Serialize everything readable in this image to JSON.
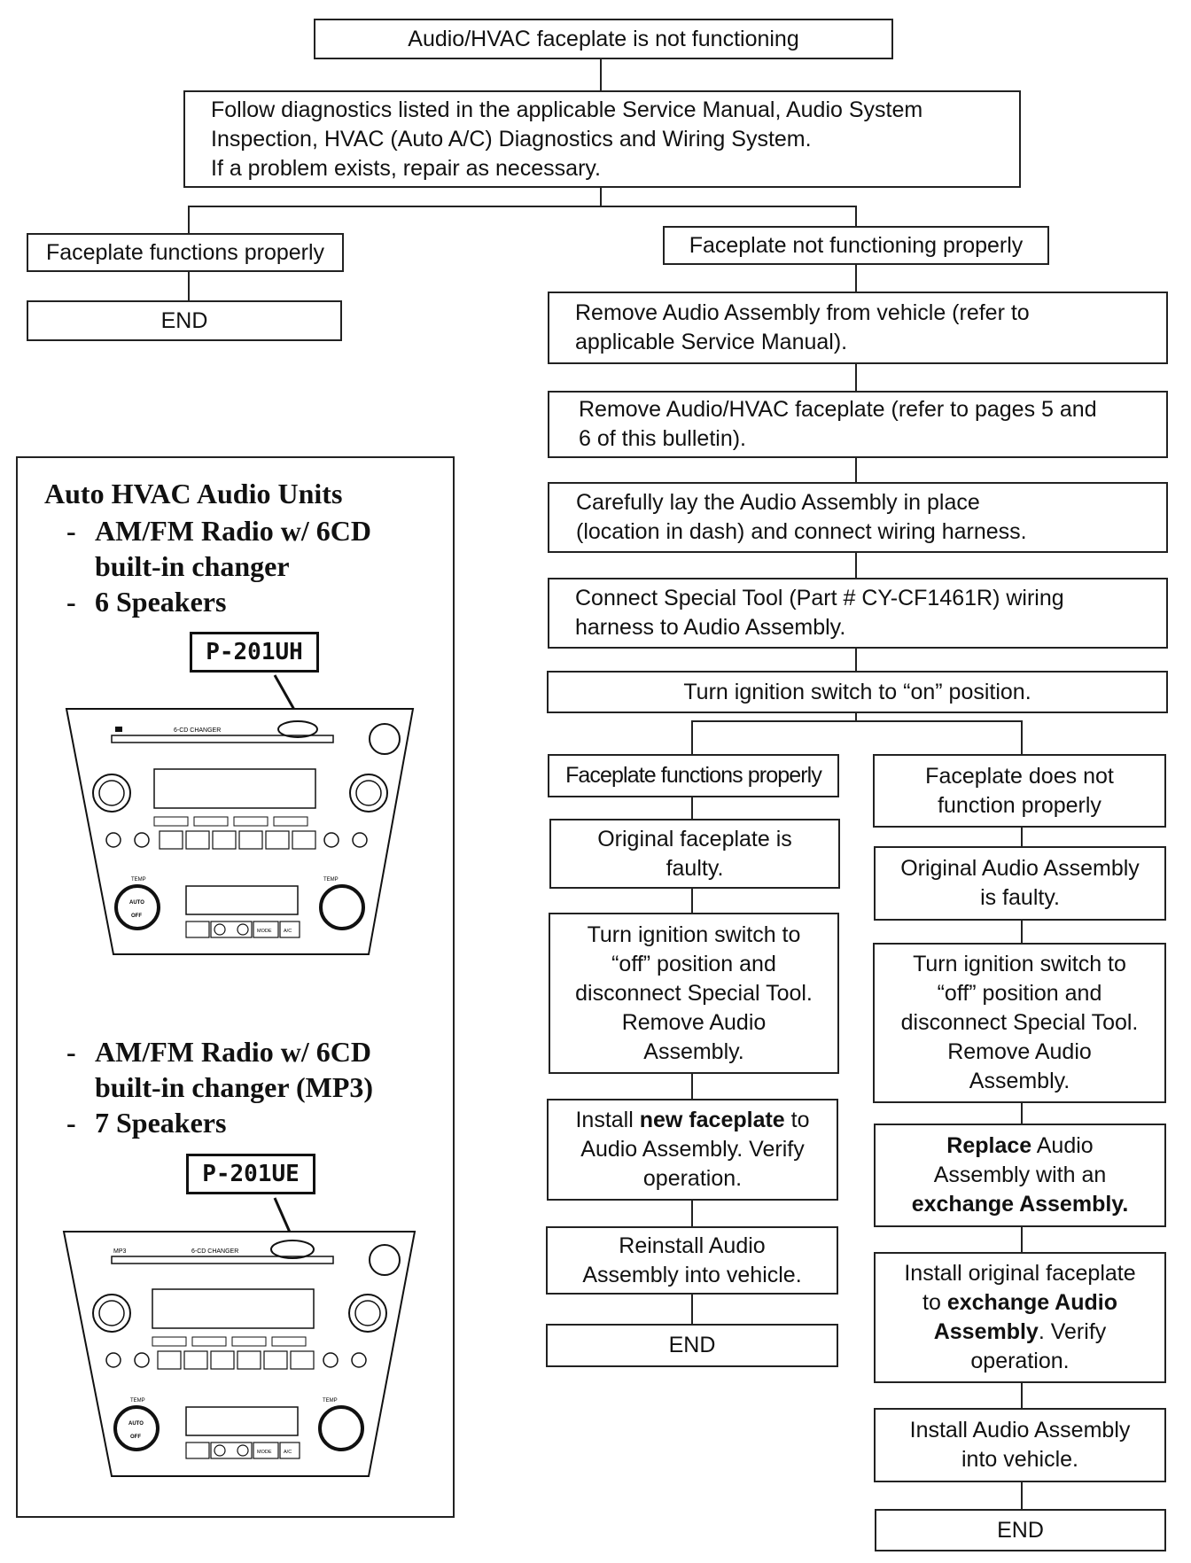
{
  "flowchart": {
    "start": "Audio/HVAC faceplate is not functioning",
    "diagnostics": [
      "Follow diagnostics listed in the applicable Service Manual, Audio System",
      "Inspection, HVAC (Auto A/C) Diagnostics and Wiring System.",
      "If a problem exists, repair as necessary."
    ],
    "left_branch": {
      "label": "Faceplate functions properly",
      "end": "END"
    },
    "right_branch": {
      "label": "Faceplate not functioning properly",
      "steps": [
        [
          "Remove Audio Assembly from vehicle (refer to",
          "applicable Service Manual)."
        ],
        [
          "Remove Audio/HVAC faceplate (refer to pages 5 and",
          "6 of this bulletin)."
        ],
        [
          "Carefully lay the Audio Assembly in place",
          "(location in dash) and connect wiring harness."
        ],
        [
          "Connect Special Tool (Part # CY-CF1461R) wiring",
          "harness to Audio Assembly."
        ]
      ],
      "ignition_on": "Turn ignition switch to “on” position."
    },
    "sub_left": {
      "label": "Faceplate functions properly",
      "faulty": [
        "Original faceplate is",
        "faulty."
      ],
      "turn_off": [
        "Turn ignition switch to",
        "“off” position and",
        "disconnect Special Tool.",
        "Remove Audio",
        "Assembly."
      ],
      "install": {
        "pre": "Install ",
        "bold": "new faceplate",
        "post": " to",
        "line2": "Audio Assembly. Verify",
        "line3": "operation."
      },
      "reinstall": [
        "Reinstall Audio",
        "Assembly into vehicle."
      ],
      "end": "END"
    },
    "sub_right": {
      "label": [
        "Faceplate does not",
        "function properly"
      ],
      "faulty": [
        "Original Audio Assembly",
        "is faulty."
      ],
      "turn_off": [
        "Turn ignition switch to",
        "“off” position and",
        "disconnect Special Tool.",
        "Remove Audio",
        "Assembly."
      ],
      "replace": {
        "bold1": "Replace",
        "post1": " Audio",
        "line2": "Assembly with an",
        "bold3": "exchange Assembly."
      },
      "install_orig": {
        "line1": "Install original faceplate",
        "pre2": "to ",
        "bold2": "exchange Audio",
        "bold3": "Assembly",
        "post3": ". Verify",
        "line4": "operation."
      },
      "install_audio": [
        "Install Audio Assembly",
        "into vehicle."
      ],
      "end": "END"
    }
  },
  "units_panel": {
    "title": "Auto HVAC Audio Units",
    "unit1": {
      "bullets": [
        "AM/FM Radio w/ 6CD built-in changer",
        "6 Speakers"
      ],
      "model": "P-201UH"
    },
    "unit2": {
      "bullets": [
        "AM/FM Radio w/ 6CD built-in changer (MP3)",
        "7 Speakers"
      ],
      "model": "P-201UE"
    },
    "dash": "-",
    "faceplate_labels": {
      "changer": "6-CD CHANGER",
      "mp3": "MP3",
      "auto": "AUTO",
      "off": "OFF",
      "temp": "TEMP",
      "mode": "MODE",
      "ac": "A/C"
    }
  }
}
